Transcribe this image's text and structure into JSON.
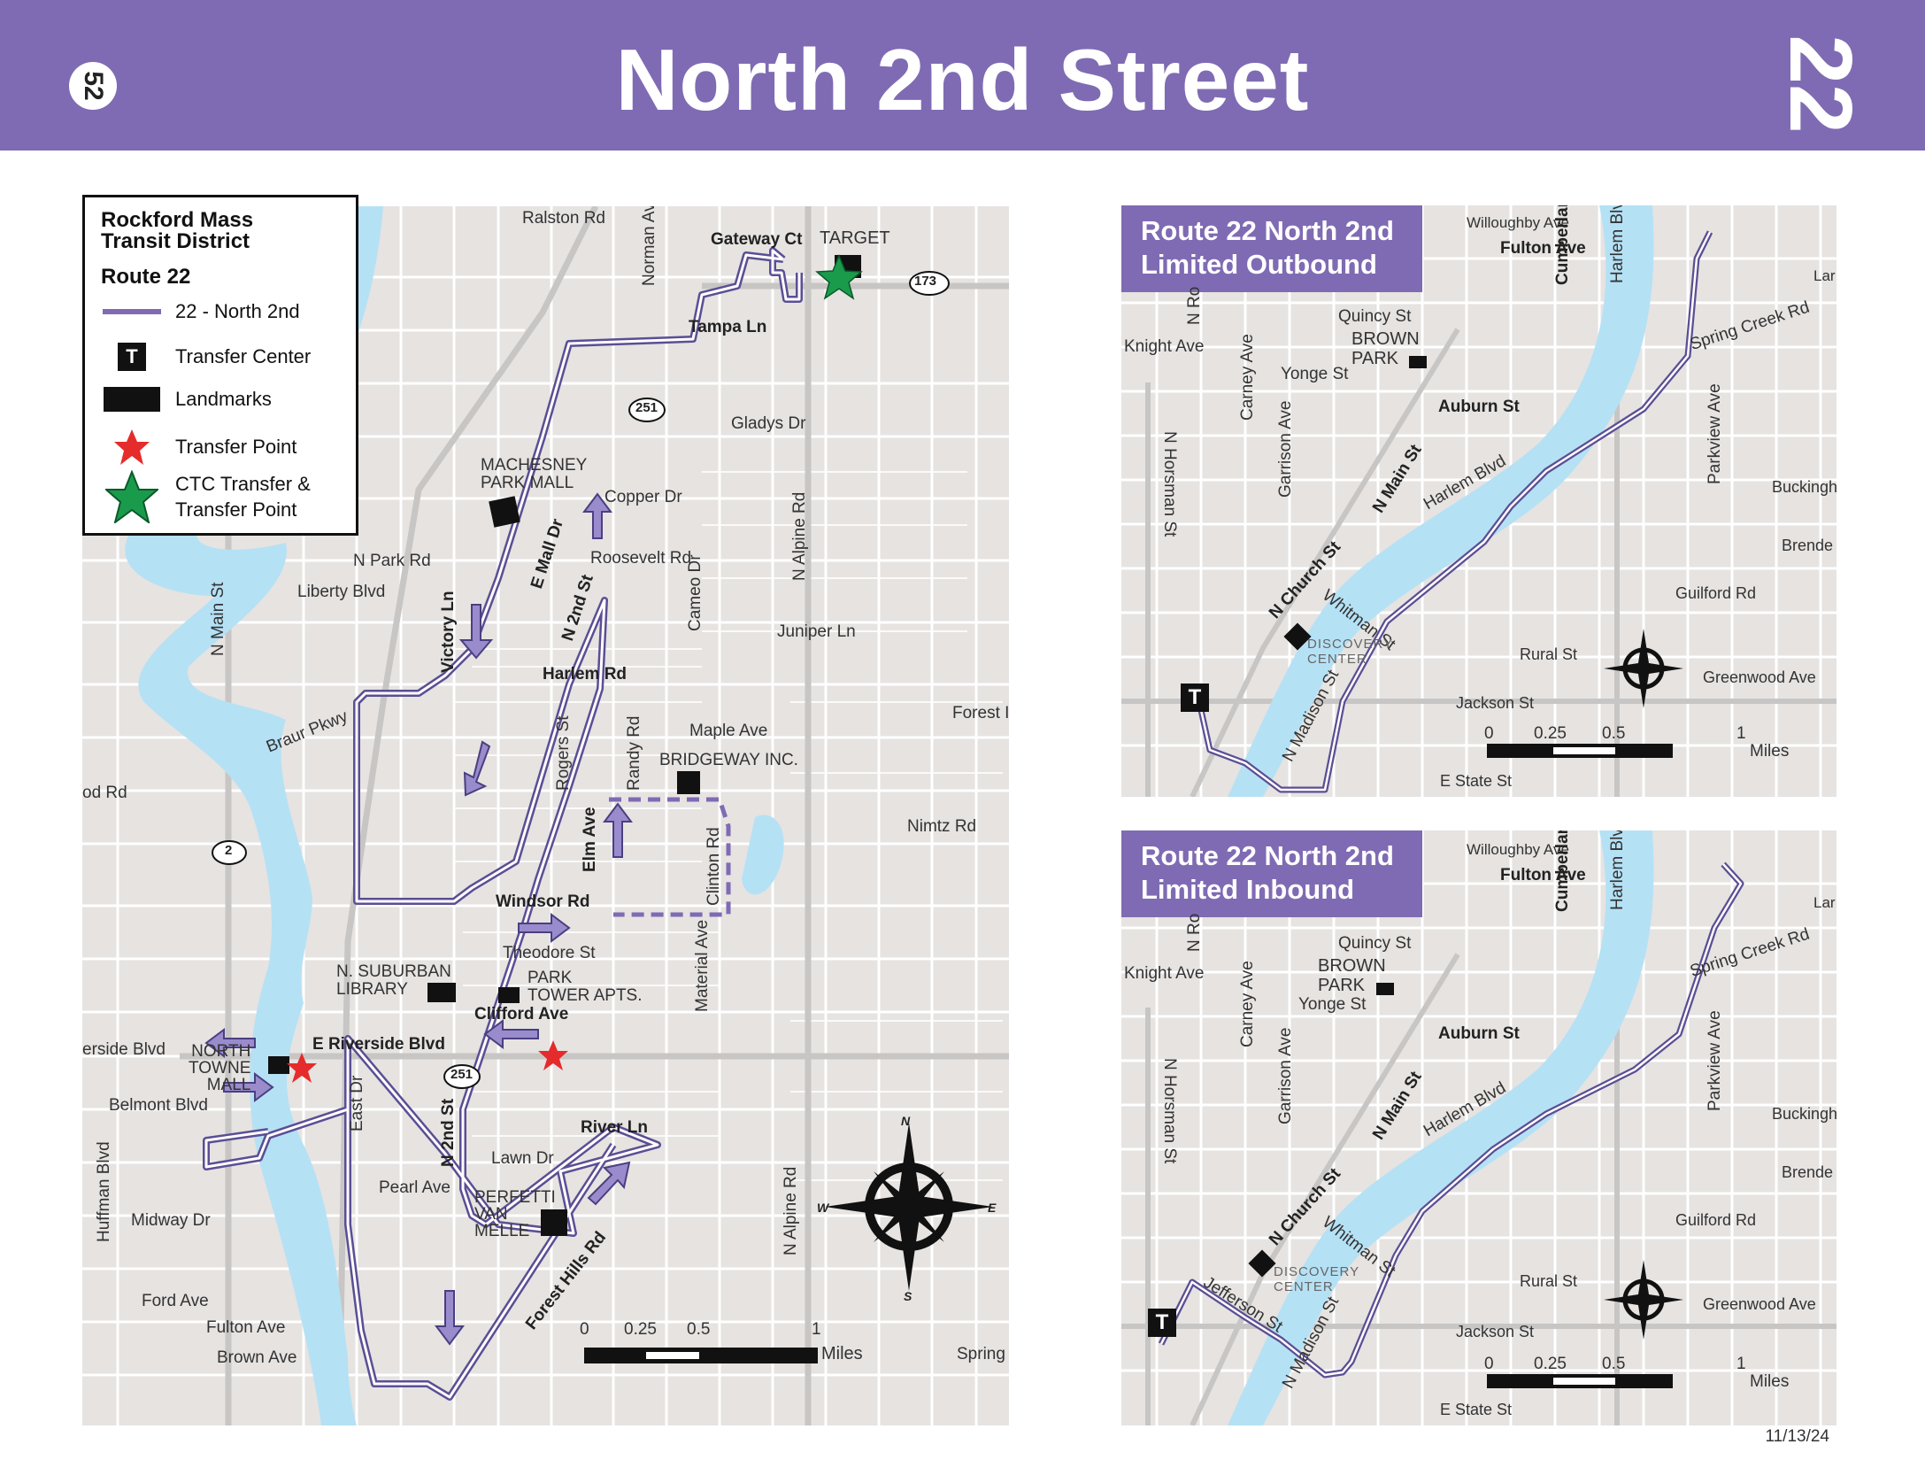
{
  "header": {
    "page_number": "52",
    "title": "North 2nd Street",
    "route_number": "22",
    "color": "#7f6bb3"
  },
  "legend": {
    "agency": "Rockford Mass Transit District",
    "route": "Route 22",
    "items": [
      {
        "label": "22 - North 2nd",
        "symbol": "route-line"
      },
      {
        "label": "Transfer Center",
        "symbol": "transfer-center-icon"
      },
      {
        "label": "Landmarks",
        "symbol": "landmark-icon"
      },
      {
        "label": "Transfer Point",
        "symbol": "red-star-icon"
      },
      {
        "label": "CTC Transfer &",
        "label2": "Transfer Point",
        "symbol": "green-star-icon"
      }
    ]
  },
  "main_map": {
    "streets": {
      "ralston": "Ralston Rd",
      "gateway": "Gateway Ct",
      "target": "TARGET",
      "tampa": "Tampa Ln",
      "norman": "Norman Ave",
      "gladys": "Gladys Dr",
      "copper": "Copper Dr",
      "roosevelt": "Roosevelt Rd",
      "alpine_top": "N Alpine Rd",
      "nparkrd": "N Park Rd",
      "liberty": "Liberty Blvd",
      "nmain": "N Main St",
      "victory": "Victory Ln",
      "emall": "E Mall Dr",
      "n2nd_top": "N 2nd St",
      "harlem": "Harlem Rd",
      "cameo": "Cameo Dr",
      "juniper": "Juniper Ln",
      "forest": "Forest I",
      "braur": "Braur Pkwy",
      "od": "od Rd",
      "rogers": "Rogers St",
      "randy": "Randy Rd",
      "maple": "Maple Ave",
      "nimtz": "Nimtz Rd",
      "elm": "Elm Ave",
      "clinton": "Clinton Rd",
      "windsor": "Windsor Rd",
      "theodore": "Theodore St",
      "material": "Material Ave",
      "clifford": "Clifford Ave",
      "riverside_w": "erside Blvd",
      "eriverside": "E Riverside Blvd",
      "belmont": "Belmont Blvd",
      "east": "East Dr",
      "n2nd_bottom": "N 2nd St",
      "river": "River Ln",
      "lawn": "Lawn Dr",
      "pearl": "Pearl Ave",
      "huffman": "Huffman Blvd",
      "midway": "Midway Dr",
      "alpine_bottom": "N Alpine Rd",
      "forest_hills": "Forest Hills Rd",
      "ford": "Ford Ave",
      "fulton": "Fulton Ave",
      "brown": "Brown Ave",
      "spring": "Spring"
    },
    "landmarks": {
      "machesney1": "MACHESNEY",
      "machesney2": "PARK MALL",
      "bridgeway": "BRIDGEWAY INC.",
      "nsub1": "N. SUBURBAN",
      "nsub2": "LIBRARY",
      "park1": "PARK",
      "park2": "TOWER APTS.",
      "northtowne1": "NORTH",
      "northtowne2": "TOWNE",
      "northtowne3": "MALL",
      "perfetti1": "PERFETTI",
      "perfetti2": "VAN",
      "perfetti3": "MELLE"
    },
    "shields": {
      "rt173": "173",
      "rt251a": "251",
      "rt251b": "251",
      "rt2": "2"
    },
    "scale": {
      "t0": "0",
      "t1": "0.25",
      "t2": "0.5",
      "t3": "1",
      "unit": "Miles"
    },
    "compass": {
      "n": "N",
      "s": "S",
      "e": "E",
      "w": "W"
    }
  },
  "inset_outbound": {
    "title_line1": "Route 22 North 2nd",
    "title_line2": "Limited Outbound"
  },
  "inset_inbound": {
    "title_line1": "Route 22 North 2nd",
    "title_line2": "Limited Inbound"
  },
  "inset_labels": {
    "willoughby": "Willoughby Ave",
    "fulton": "Fulton Ave",
    "lar": "Lar",
    "nro": "N Ro",
    "knight": "Knight Ave",
    "carney": "Carney Ave",
    "quincy": "Quincy St",
    "brown1": "BROWN",
    "brown2": "PARK",
    "yonge": "Yonge St",
    "cumberland": "Cumberland St",
    "harlemblvd_v": "Harlem Blvd",
    "spring_creek": "Spring Creek Rd",
    "auburn": "Auburn St",
    "garrison": "Garrison Ave",
    "nhorsman": "N Horsman St",
    "nmain": "N Main St",
    "harlemblvd": "Harlem Blvd",
    "parkview": "Parkview Ave",
    "buckingh": "Buckingh",
    "brende": "Brende",
    "nchurch": "N Church St",
    "whitman": "Whitman St",
    "guilford": "Guilford Rd",
    "disc1": "DISCOVERY",
    "disc2": "CENTER",
    "rural": "Rural St",
    "greenwood": "Greenwood Ave",
    "nmadison": "N Madison St",
    "jackson": "Jackson St",
    "estate": "E State St",
    "jefferson": "Jefferson St",
    "s0": "0",
    "s1": "0.25",
    "s2": "0.5",
    "s3": "1",
    "miles": "Miles",
    "t": "T"
  },
  "date": "11/13/24",
  "colors": {
    "route": "#7f6bb3",
    "river": "#b5e1f5",
    "land": "#e6e3e1",
    "street": "#ffffff"
  }
}
